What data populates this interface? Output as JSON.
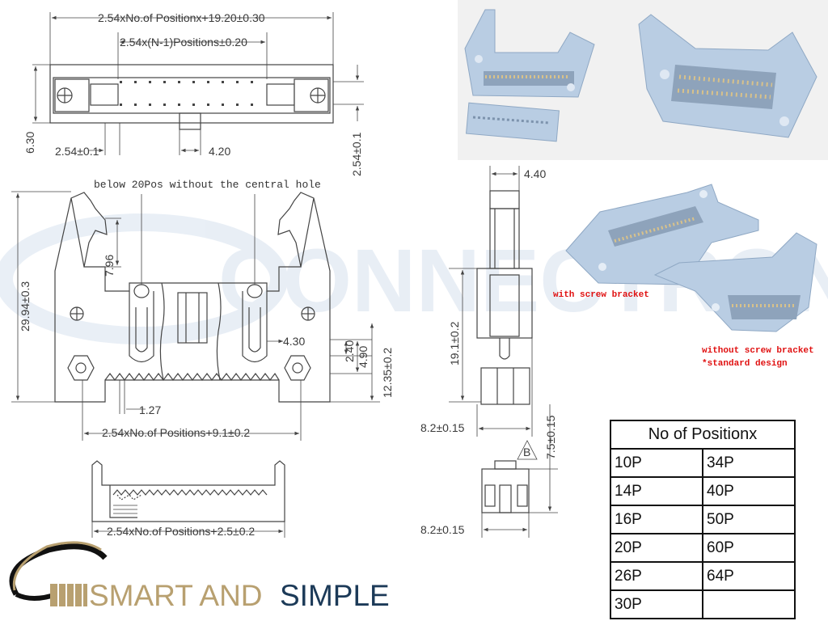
{
  "drawing": {
    "top_dim_overall": "2.54xNo.of Positionx+19.20±0.30",
    "top_dim_pitch": "2.54x(N-1)Positions±0.20",
    "top_dim_height": "6.30",
    "top_dim_pitch_small": "2.54±0.1",
    "top_dim_key": "4.20",
    "top_dim_row": "2.54±0.1",
    "front_note": "below 20Pos without the central hole",
    "front_dim_height": "29.94±0.3",
    "front_dim_latch": "7.96",
    "front_dim_430": "4.30",
    "front_dim_240": "2.40",
    "front_dim_490": "4.90",
    "front_dim_1235": "12.35±0.2",
    "front_dim_127": "1.27",
    "front_dim_base": "2.54xNo.of Positions+9.1±0.2",
    "bottom_dim_base": "2.54xNo.of Positions+2.5±0.2",
    "side_dim_width": "4.40",
    "side_dim_191": "19.1±0.2",
    "side_dim_82a": "8.2±0.15",
    "side_dim_75": "7.5±0.15",
    "side_dim_82b": "8.2±0.15",
    "side_marker": "B"
  },
  "photos": {
    "with_bracket": "with screw bracket",
    "without_bracket": "without screw bracket",
    "standard_design": "*standard design",
    "watermark": "CONNECTRONICS"
  },
  "table": {
    "header": "No of Positionx",
    "rows": [
      [
        "10P",
        "34P"
      ],
      [
        "14P",
        "40P"
      ],
      [
        "16P",
        "50P"
      ],
      [
        "20P",
        "60P"
      ],
      [
        "26P",
        "64P"
      ],
      [
        "30P",
        ""
      ]
    ]
  },
  "logo": {
    "part1": "SMART AND",
    "part2": "SIMPLE"
  },
  "colors": {
    "connector": "#b9cde3",
    "line": "#444444",
    "accent_red": "#e01010",
    "logo_gold": "#b8a070",
    "logo_navy": "#1c3a58"
  }
}
